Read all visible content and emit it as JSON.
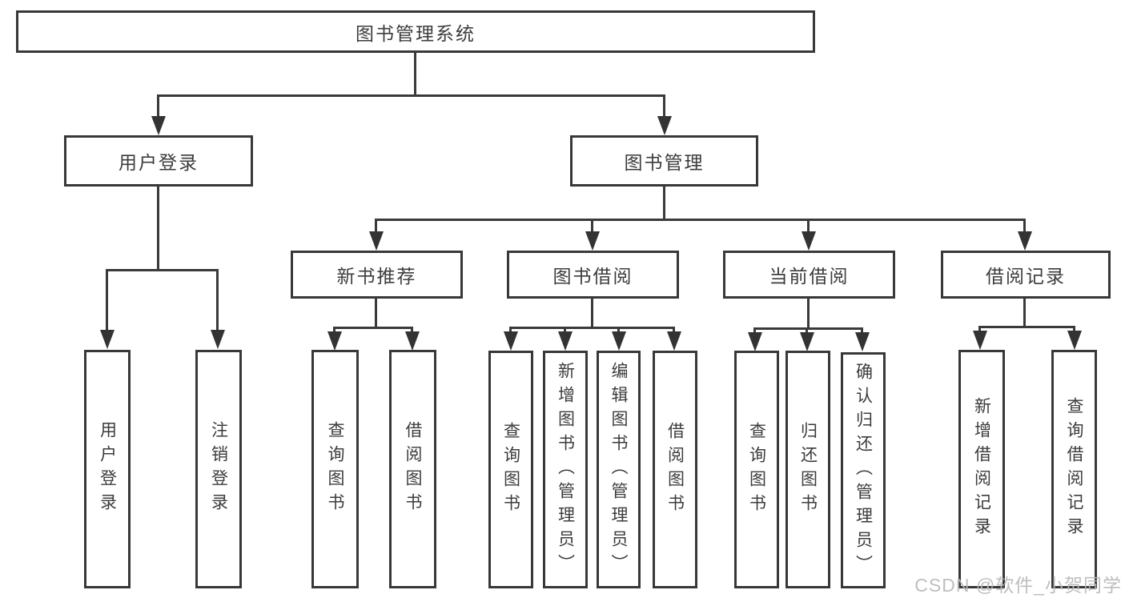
{
  "diagram": {
    "root": {
      "label": "图书管理系统"
    },
    "branches": {
      "user_login": {
        "label": "用户登录",
        "children": [
          {
            "label": "用户登录"
          },
          {
            "label": "注销登录"
          }
        ]
      },
      "book_management": {
        "label": "图书管理",
        "sections": {
          "new_book": {
            "label": "新书推荐",
            "children": [
              {
                "label": "查询图书"
              },
              {
                "label": "借阅图书"
              }
            ]
          },
          "borrow": {
            "label": "图书借阅",
            "children": [
              {
                "label": "查询图书"
              },
              {
                "label": "新增图书（管理员）"
              },
              {
                "label": "编辑图书（管理员）"
              },
              {
                "label": "借阅图书"
              }
            ]
          },
          "current": {
            "label": "当前借阅",
            "children": [
              {
                "label": "查询图书"
              },
              {
                "label": "归还图书"
              },
              {
                "label": "确认归还（管理员）"
              }
            ]
          },
          "records": {
            "label": "借阅记录",
            "children": [
              {
                "label": "新增借阅记录"
              },
              {
                "label": "查询借阅记录"
              }
            ]
          }
        }
      }
    },
    "watermark": {
      "text": "CSDN @软件_小贺同学"
    },
    "colors": {
      "line": "#3a3a3a",
      "box_border": "#383838",
      "text": "#3c3c3c",
      "watermark": "#b9b9b9",
      "background": "#ffffff"
    }
  }
}
